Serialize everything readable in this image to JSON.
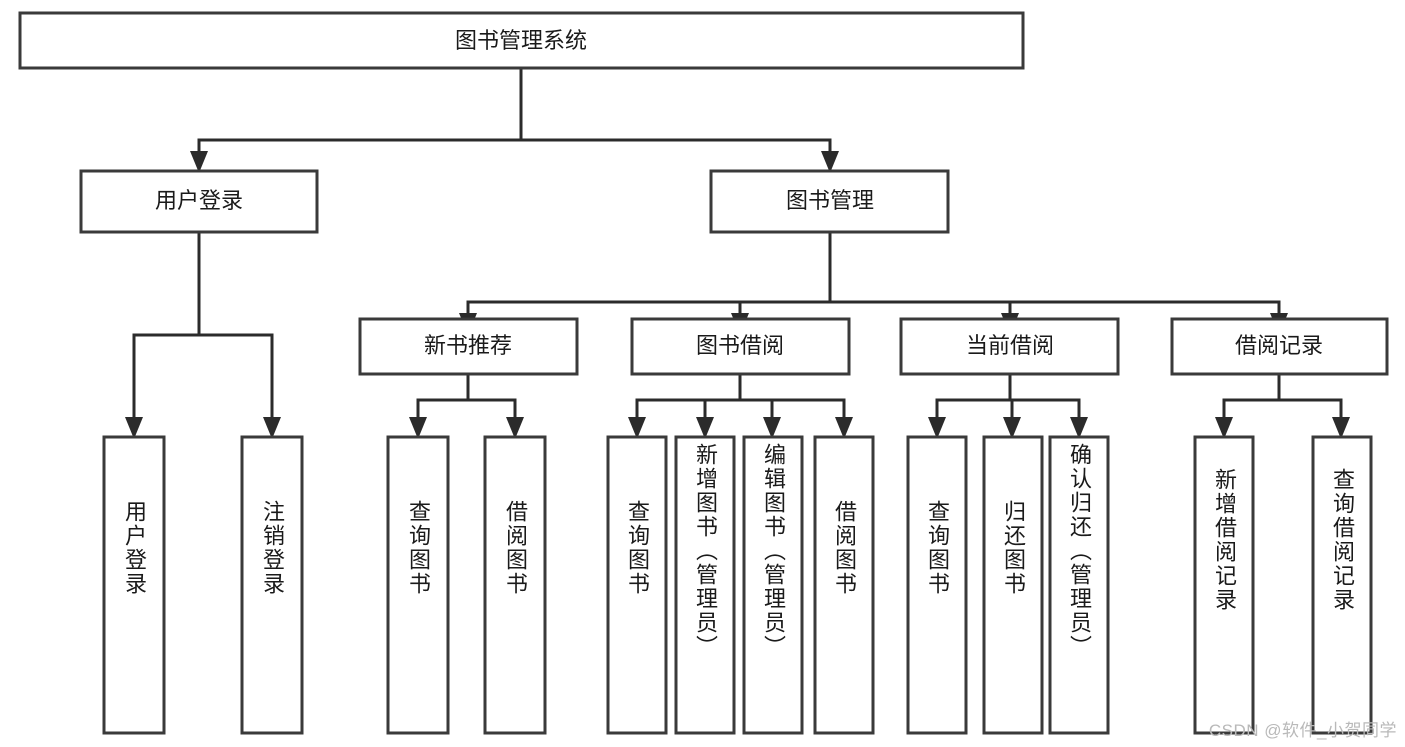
{
  "diagram": {
    "title": "图书管理系统",
    "type": "功能结构图",
    "orientation": "top-down-tree",
    "background_color": "#ffffff",
    "box_border_color": "#3a3a3a",
    "connector_color": "#2b2b2b",
    "text_color": "#1a1a1a"
  },
  "root": {
    "label": "图书管理系统"
  },
  "level2": [
    {
      "label": "用户登录"
    },
    {
      "label": "图书管理"
    }
  ],
  "level3": [
    {
      "label": "新书推荐"
    },
    {
      "label": "图书借阅"
    },
    {
      "label": "当前借阅"
    },
    {
      "label": "借阅记录"
    }
  ],
  "leaves": {
    "user_login": [
      {
        "label": "用户登录"
      },
      {
        "label": "注销登录"
      }
    ],
    "new_book_recommend": [
      {
        "label": "查询图书"
      },
      {
        "label": "借阅图书"
      }
    ],
    "book_borrow": [
      {
        "label": "查询图书"
      },
      {
        "label": "新增图书（管理员）"
      },
      {
        "label": "编辑图书（管理员）"
      },
      {
        "label": "借阅图书"
      }
    ],
    "current_borrow": [
      {
        "label": "查询图书"
      },
      {
        "label": "归还图书"
      },
      {
        "label": "确认归还（管理员）"
      }
    ],
    "borrow_record": [
      {
        "label": "新增借阅记录"
      },
      {
        "label": "查询借阅记录"
      }
    ]
  },
  "watermark": {
    "text": "CSDN @软件_小贺同学"
  }
}
